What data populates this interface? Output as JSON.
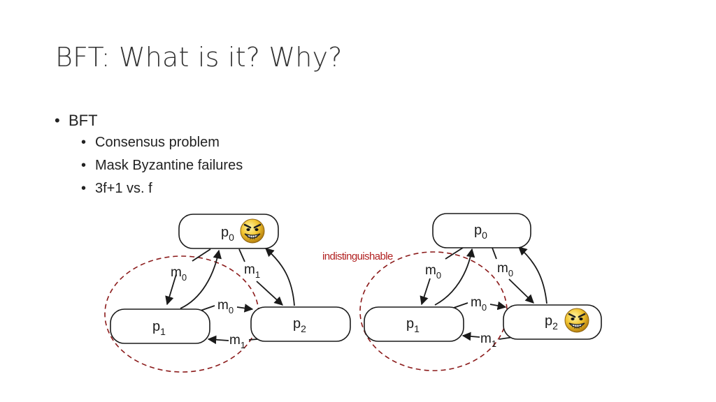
{
  "slide": {
    "title": "BFT: What is it? Why?",
    "bullet": "BFT",
    "sub_bullets": [
      "Consensus problem",
      "Mask Byzantine failures",
      "3f+1 vs. f"
    ]
  },
  "diagram": {
    "middle_label": "indistinguishable",
    "middle_label_color": "#b22222",
    "circle_color": "#8b1a1a",
    "left": {
      "p0": "p",
      "p0_sub": "0",
      "p1": "p",
      "p1_sub": "1",
      "p2": "p",
      "p2_sub": "2",
      "m_top_left": "m",
      "m_top_left_sub": "0",
      "m_top_right": "m",
      "m_top_right_sub": "1",
      "m_mid": "m",
      "m_mid_sub": "0",
      "m_bottom": "m",
      "m_bottom_sub": "1",
      "byzantine": "p0"
    },
    "right": {
      "p0": "p",
      "p0_sub": "0",
      "p1": "p",
      "p1_sub": "1",
      "p2": "p",
      "p2_sub": "2",
      "m_top_left": "m",
      "m_top_left_sub": "0",
      "m_top_right": "m",
      "m_top_right_sub": "0",
      "m_mid": "m",
      "m_mid_sub": "0",
      "m_bottom": "m",
      "m_bottom_sub": "1",
      "byzantine": "p2"
    }
  }
}
